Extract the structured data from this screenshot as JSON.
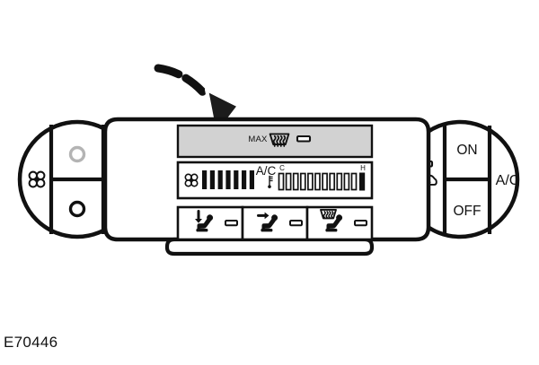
{
  "figure": {
    "caption": "E70446",
    "subject": "vehicle-hvac-manual-climate-control-panel",
    "colors": {
      "outline": "#111111",
      "panel_fill": "#ffffff",
      "display_fill": "#d2d2d2",
      "indicator_fill": "#ffffff",
      "bar_fill": "#111111",
      "text": "#111111",
      "background": "#ffffff"
    }
  },
  "annotation": {
    "arrow": {
      "name": "callout-arrow",
      "style": "dashed-curved",
      "dash_count": 3,
      "points_to": "max-defrost-button"
    }
  },
  "left_knob": {
    "name": "blower-fan-speed-knob",
    "label_left": "",
    "label_right": "",
    "icon_left": "fan-icon",
    "icon_right": "fan-icon",
    "marker_top": "circle-outline-light",
    "marker_bottom": "circle-outline-dark"
  },
  "right_knob": {
    "name": "ac-recirculation-knob",
    "label_top": "ON",
    "label_bottom": "OFF",
    "label_right": "A/C",
    "icon_left": "recirculation-car-icon",
    "indicator_left": "led-indicator"
  },
  "display": {
    "max_defrost": {
      "label": "MAX",
      "icon": "windshield-defrost-icon",
      "indicator": "led-indicator"
    },
    "fan_row": {
      "fan_icon": "fan-icon",
      "fan_bar_count": 7,
      "ac_label": "A/C",
      "thermometer_icon": "thermometer-icon",
      "cold_label": "C",
      "hot_label": "H",
      "temp_segment_count": 11,
      "temp_filled_count": 1
    },
    "mode_buttons": [
      {
        "name": "mode-floor-button",
        "icon": "seat-floor-arrow-icon",
        "indicator": "led-indicator"
      },
      {
        "name": "mode-panel-button",
        "icon": "seat-face-arrow-icon",
        "indicator": "led-indicator"
      },
      {
        "name": "mode-defrost-floor-button",
        "icon": "seat-defrost-icon",
        "indicator": "led-indicator"
      }
    ]
  }
}
